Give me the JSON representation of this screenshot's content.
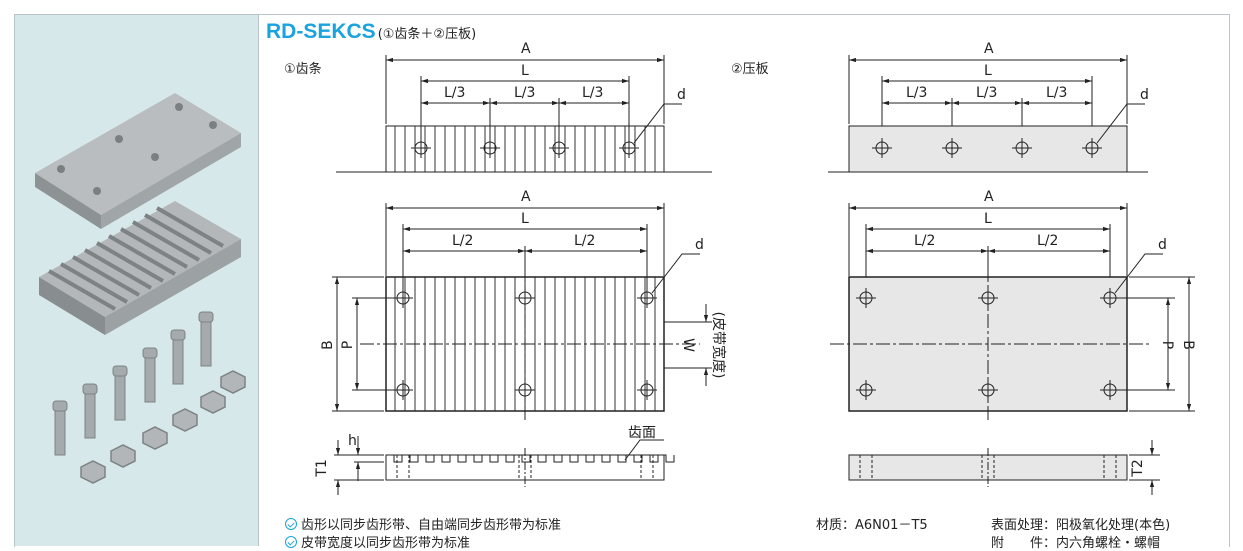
{
  "title": {
    "code": "RD-SEKCS",
    "sub": "(①齿条＋②压板)"
  },
  "views": {
    "rack_label": "①齿条",
    "plate_label": "②压板"
  },
  "dims": {
    "A": "A",
    "L": "L",
    "L3": "L/3",
    "L2": "L/2",
    "d": "d",
    "B": "B",
    "P": "P",
    "W": "W",
    "W_note": "(皮带宽度)",
    "h": "h",
    "T1": "T1",
    "T2": "T2",
    "tooth_face": "齿面"
  },
  "notes": [
    "齿形以同步齿形带、自由端同步齿形带为标准",
    "皮带宽度以同步齿形带为标准"
  ],
  "specs": {
    "material_label": "材质：",
    "material_value": "A6N01－T5",
    "surface_label": "表面处理：",
    "surface_value": "阳极氧化处理(本色)",
    "accessory_label": "附　　件：",
    "accessory_value": "内六角螺栓・螺帽"
  },
  "colors": {
    "accent": "#1aa3de",
    "panel": "#d7e8ea",
    "plate_fill": "#e7e7e7"
  }
}
